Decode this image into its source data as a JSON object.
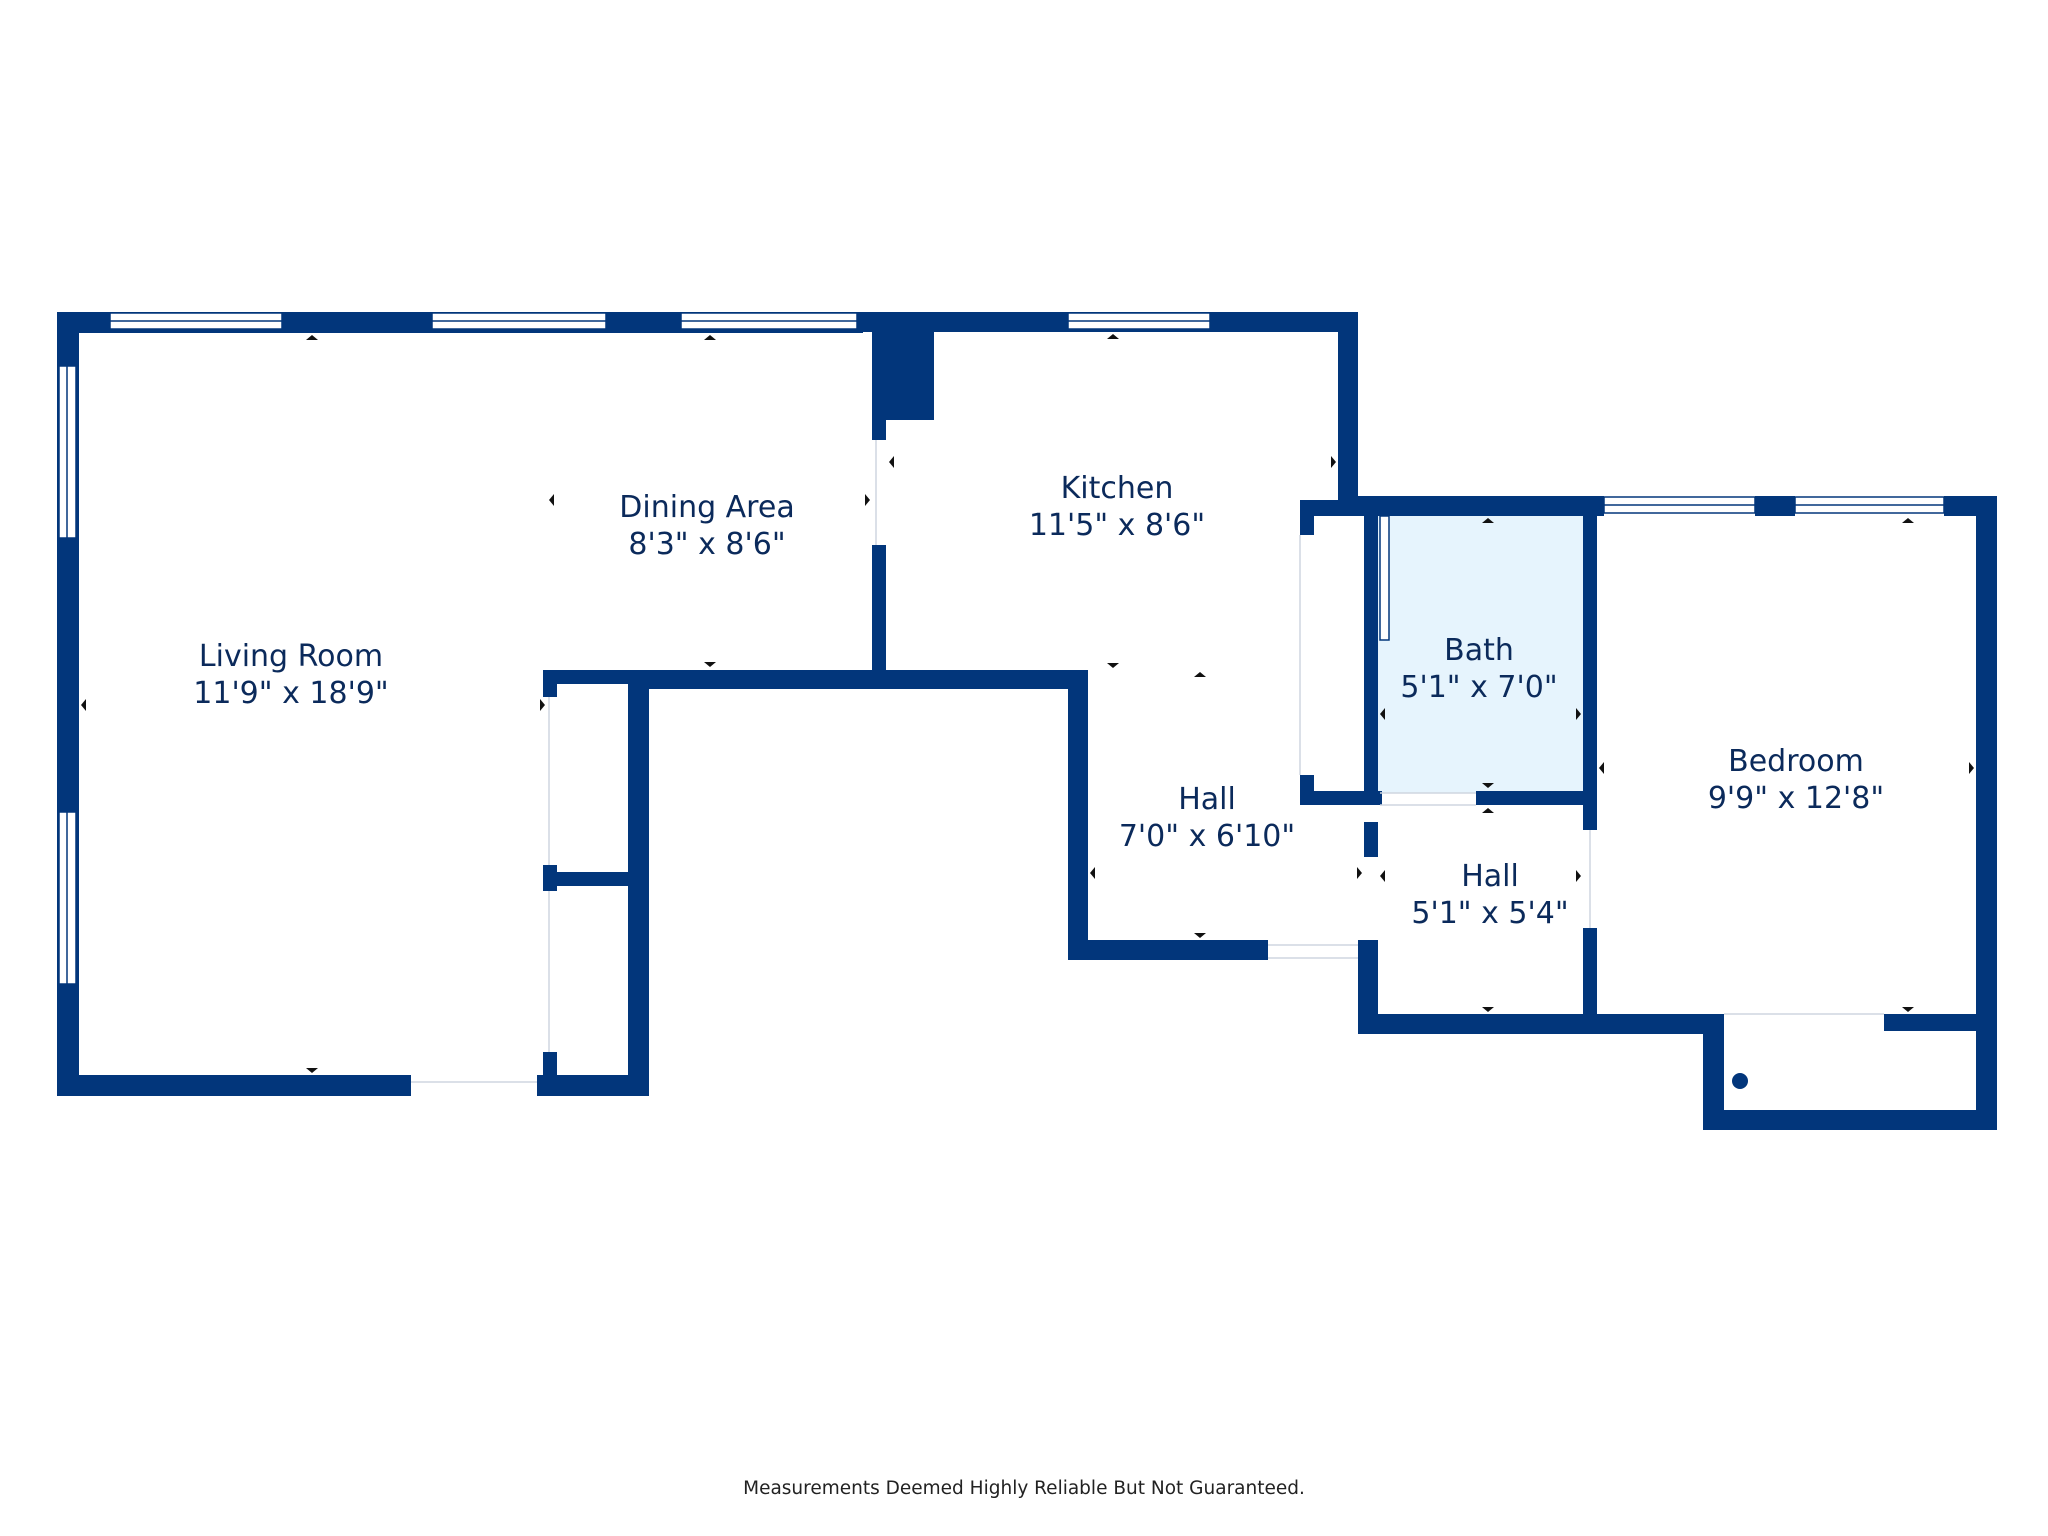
{
  "colors": {
    "wall": "#02367b",
    "bath_fill": "#e6f4fd",
    "background": "#ffffff",
    "window": "#ffffff",
    "marker": "#111111"
  },
  "rooms": {
    "living_room": {
      "name": "Living Room",
      "dimensions": "11'9\" x 18'9\""
    },
    "dining_area": {
      "name": "Dining Area",
      "dimensions": "8'3\" x 8'6\""
    },
    "kitchen": {
      "name": "Kitchen",
      "dimensions": "11'5\" x 8'6\""
    },
    "hall_main": {
      "name": "Hall",
      "dimensions": "7'0\" x 6'10\""
    },
    "bath": {
      "name": "Bath",
      "dimensions": "5'1\" x 7'0\""
    },
    "hall_small": {
      "name": "Hall",
      "dimensions": "5'1\" x 5'4\""
    },
    "bedroom": {
      "name": "Bedroom",
      "dimensions": "9'9\" x 12'8\""
    }
  },
  "footer": {
    "disclaimer": "Measurements Deemed Highly Reliable But Not Guaranteed."
  }
}
